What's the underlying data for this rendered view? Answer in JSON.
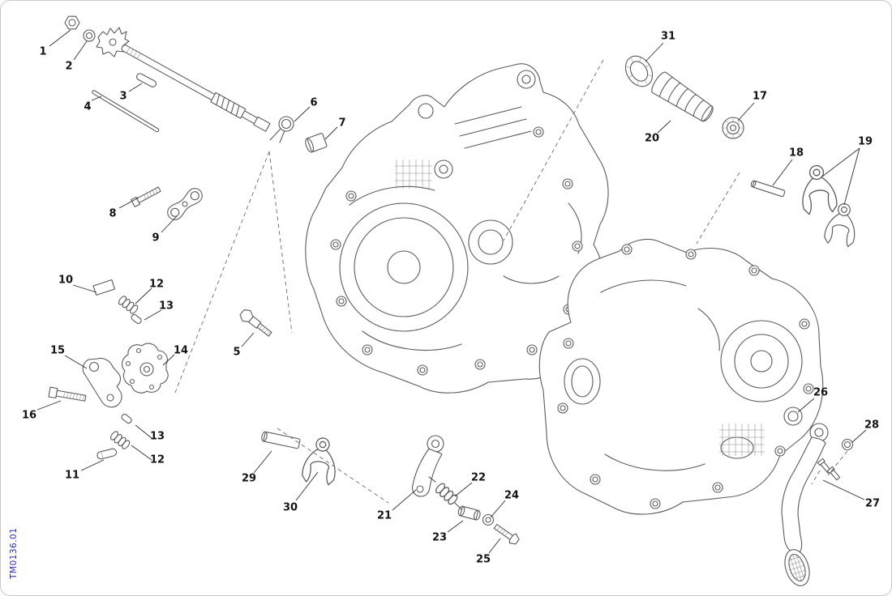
{
  "code": "TM0136.01",
  "labels": {
    "p1": "1",
    "p2": "2",
    "p3": "3",
    "p4": "4",
    "p5": "5",
    "p6": "6",
    "p7": "7",
    "p8": "8",
    "p9": "9",
    "p10": "10",
    "p11": "11",
    "p12": "12",
    "p13": "13",
    "p14": "14",
    "p15": "15",
    "p16": "16",
    "p17": "17",
    "p18": "18",
    "p19": "19",
    "p20": "20",
    "p21": "21",
    "p22": "22",
    "p23": "23",
    "p24": "24",
    "p25": "25",
    "p26": "26",
    "p27": "27",
    "p28": "28",
    "p29": "29",
    "p30": "30",
    "p31": "31"
  },
  "colors": {
    "line_art": "#5b5b5b",
    "label_text": "#141414",
    "code_text": "#2a2ab0",
    "background": "#ffffff"
  }
}
